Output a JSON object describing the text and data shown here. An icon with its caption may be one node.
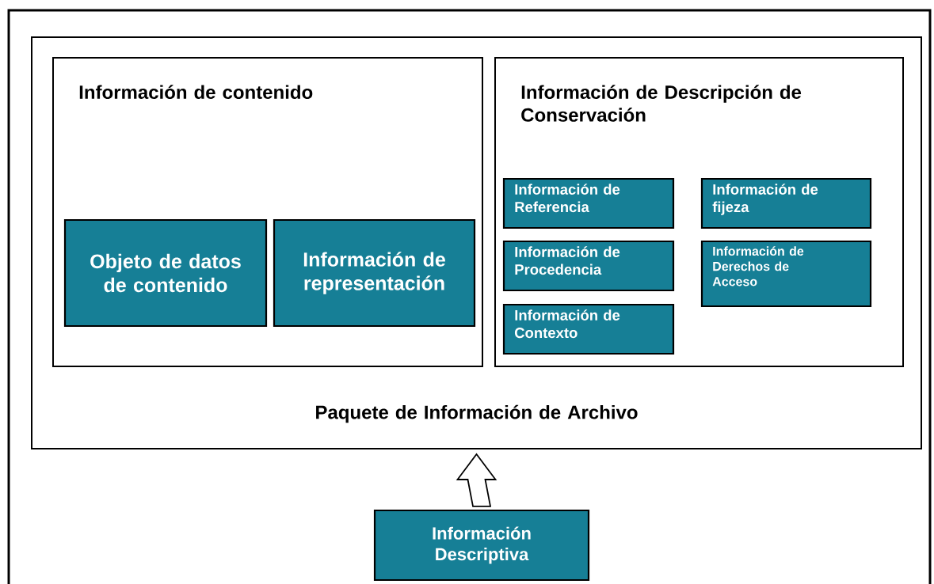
{
  "diagram": {
    "nodes": [
      {
        "text": [
          "Paquete de Información de Archivo"
        ]
      },
      {
        "text": [
          "Información de contenido"
        ],
        "in": 0
      },
      {
        "text": [
          "Objeto de datos de contenido"
        ],
        "in": 1
      },
      {
        "text": [
          "Información de representación"
        ],
        "in": 1
      },
      {
        "text": [
          "Información de Descripción de Conservación"
        ],
        "in": 0
      },
      {
        "text": [
          "Información de Referencia"
        ],
        "in": 4
      },
      {
        "text": [
          "Información de fijeza"
        ],
        "in": 4
      },
      {
        "text": [
          "Información de Procedencia"
        ],
        "in": 4
      },
      {
        "text": [
          "Información de Derechos de Acceso"
        ],
        "in": 4
      },
      {
        "text": [
          "Información de Contexto"
        ],
        "in": 4
      },
      {
        "text": [
          "Información Descriptiva"
        ]
      }
    ],
    "edges": [
      {
        "from": 10,
        "to": 0,
        "arrow": "to"
      }
    ]
  }
}
